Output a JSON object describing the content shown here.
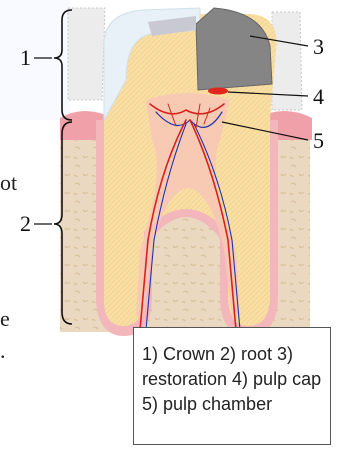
{
  "labels": {
    "crown_number": "1",
    "root_number": "2",
    "restoration_number": "3",
    "pulp_cap_number": "4",
    "pulp_chamber_number": "5"
  },
  "background_fragments": {
    "left_upper": "ot",
    "left_lower": "e",
    "left_bottom": "."
  },
  "legend": {
    "line1": "1) Crown 2) root 3)",
    "line2": "restoration 4) pulp cap",
    "line3": "5) pulp chamber"
  },
  "colors": {
    "bone": "#ead9c0",
    "gum": "#f0a0a8",
    "dentin": "#f9dfa3",
    "enamel": "#e7f1f7",
    "restoration": "#858585",
    "pulp_cap": "#e2261d",
    "artery": "#d8221c",
    "vein": "#2233aa"
  }
}
